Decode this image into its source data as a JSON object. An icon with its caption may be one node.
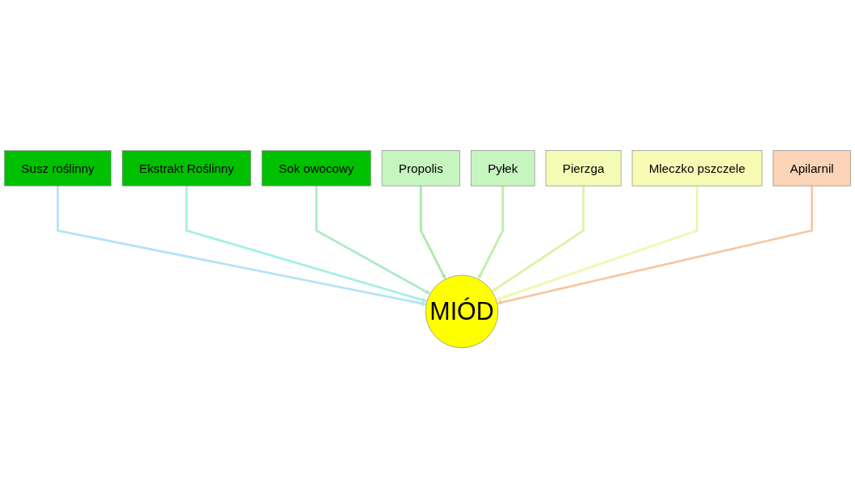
{
  "diagram": {
    "nodes": [
      {
        "text": [
          "Susz roślinny"
        ]
      },
      {
        "text": [
          "Ekstrakt Roślinny"
        ]
      },
      {
        "text": [
          "Sok owocowy"
        ]
      },
      {
        "text": [
          "Propolis"
        ]
      },
      {
        "text": [
          "Pyłek"
        ]
      },
      {
        "text": [
          "Pierzga"
        ]
      },
      {
        "text": [
          "Mleczko pszczele"
        ]
      },
      {
        "text": [
          "Apilarnil"
        ]
      },
      {
        "text": [
          "MIÓD"
        ]
      }
    ],
    "edges": [
      {
        "from": 0,
        "to": 8,
        "arrow": "to",
        "color": "#b3e3f7"
      },
      {
        "from": 1,
        "to": 8,
        "arrow": "to",
        "color": "#a3f0e4"
      },
      {
        "from": 2,
        "to": 8,
        "arrow": "to",
        "color": "#aeeac4"
      },
      {
        "from": 3,
        "to": 8,
        "arrow": "to",
        "color": "#a9e9a6"
      },
      {
        "from": 4,
        "to": 8,
        "arrow": "to",
        "color": "#bdf0a3"
      },
      {
        "from": 5,
        "to": 8,
        "arrow": "to",
        "color": "#dcf4a3"
      },
      {
        "from": 6,
        "to": 8,
        "arrow": "to",
        "color": "#eef8ab"
      },
      {
        "from": 7,
        "to": 8,
        "arrow": "to",
        "color": "#f7c7a0"
      }
    ]
  }
}
